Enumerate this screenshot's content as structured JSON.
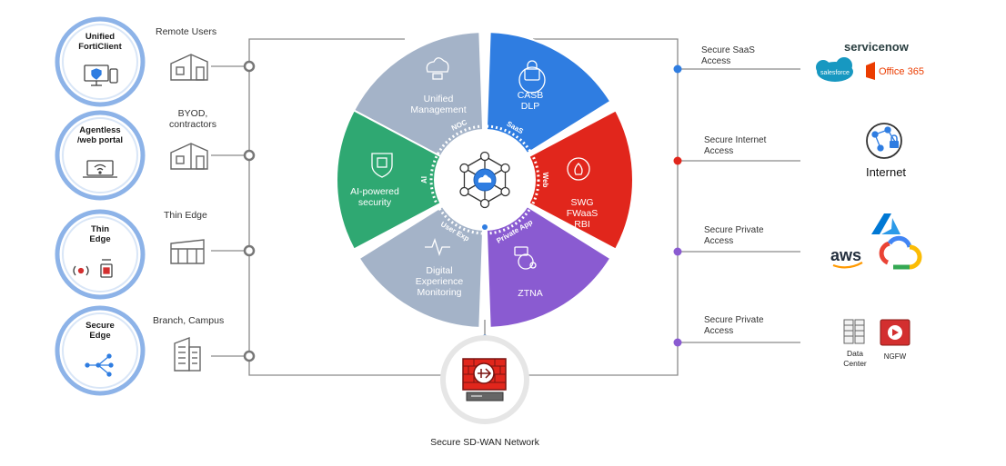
{
  "left_nodes": [
    {
      "name": "Unified FortiClient",
      "lines": [
        "Unified",
        "FortiClient"
      ],
      "label": "Remote Users"
    },
    {
      "name": "Agentless /web portal",
      "lines": [
        "Agentless",
        "/web portal"
      ],
      "label_lines": [
        "BYOD,",
        "contractors"
      ]
    },
    {
      "name": "Thin Edge",
      "lines": [
        "Thin",
        "Edge"
      ],
      "label": "Thin Edge"
    },
    {
      "name": "Secure Edge",
      "lines": [
        "Secure",
        "Edge"
      ],
      "label": "Branch, Campus"
    }
  ],
  "wheel": {
    "segments": [
      {
        "key": "unified-management",
        "lines": [
          "Unified",
          "Management"
        ],
        "color": "#a4b3c8",
        "ring": "NOC"
      },
      {
        "key": "casb-dlp",
        "lines": [
          "CASB",
          "DLP"
        ],
        "color": "#2f7de1",
        "ring": "SaaS"
      },
      {
        "key": "swg-fwaas-rbi",
        "lines": [
          "SWG",
          "FWaaS",
          "RBI"
        ],
        "color": "#e1261c",
        "ring": "Web"
      },
      {
        "key": "ztna",
        "lines": [
          "ZTNA"
        ],
        "color": "#8a5bd1",
        "ring": "Private App"
      },
      {
        "key": "dem",
        "lines": [
          "Digital",
          "Experience",
          "Monitoring"
        ],
        "color": "#a4b3c8",
        "ring": "User Exp"
      },
      {
        "key": "ai-security",
        "lines": [
          "AI-powered",
          "security"
        ],
        "color": "#2fa872",
        "ring": "AI"
      }
    ]
  },
  "sdwan": {
    "label": "Secure SD-WAN Network"
  },
  "right_entries": [
    {
      "lines": [
        "Secure SaaS",
        "Access"
      ],
      "dot_color": "#2f7de1",
      "logos": [
        "servicenow",
        "salesforce",
        "Office 365"
      ]
    },
    {
      "lines": [
        "Secure Internet",
        "Access"
      ],
      "dot_color": "#e1261c",
      "logo_label": "Internet"
    },
    {
      "lines": [
        "Secure Private",
        "Access"
      ],
      "dot_color": "#8a5bd1",
      "logos": [
        "aws"
      ]
    },
    {
      "lines": [
        "Secure Private",
        "Access"
      ],
      "dot_color": "#8a5bd1",
      "dc_lines": [
        "Data",
        "Center"
      ],
      "ngfw": "NGFW"
    }
  ],
  "colors": {
    "blue_ring": "#8db3e8",
    "line": "#8a8a8a",
    "accent_blue": "#2f7de1"
  }
}
